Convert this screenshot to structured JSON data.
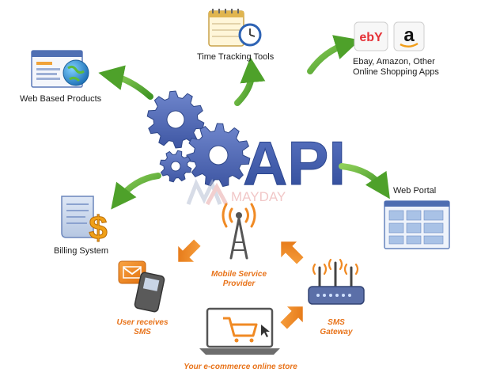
{
  "center": {
    "title": "API"
  },
  "watermark": {
    "brand": "MAYDAY"
  },
  "nodes": {
    "web_based_products": "Web Based Products",
    "time_tracking_tools": "Time Tracking Tools",
    "shopping_apps_line1": "Ebay, Amazon, Other",
    "shopping_apps_line2": "Online Shopping Apps",
    "web_portal": "Web Portal",
    "billing_system": "Billing System"
  },
  "sms_flow": {
    "mobile_provider_line1": "Mobile Service",
    "mobile_provider_line2": "Provider",
    "user_receives_line1": "User receives",
    "user_receives_line2": "SMS",
    "sms_gateway_line1": "SMS",
    "sms_gateway_line2": "Gateway",
    "ecommerce_store": "Your e-commerce online store"
  },
  "logos": {
    "ebay": "ebY",
    "amazon": "a"
  },
  "colors": {
    "gear": "#4f68b3",
    "api_text": "#3d5aa8",
    "green_arrow": "#5aa832",
    "orange": "#f08a24",
    "label": "#1a1a1a"
  },
  "icons": [
    "gear-icon",
    "browser-globe-icon",
    "calendar-clock-icon",
    "ebay-logo-icon",
    "amazon-logo-icon",
    "web-portal-icon",
    "billing-dollar-icon",
    "cell-tower-icon",
    "mobile-phone-icon",
    "router-icon",
    "laptop-cart-icon"
  ]
}
